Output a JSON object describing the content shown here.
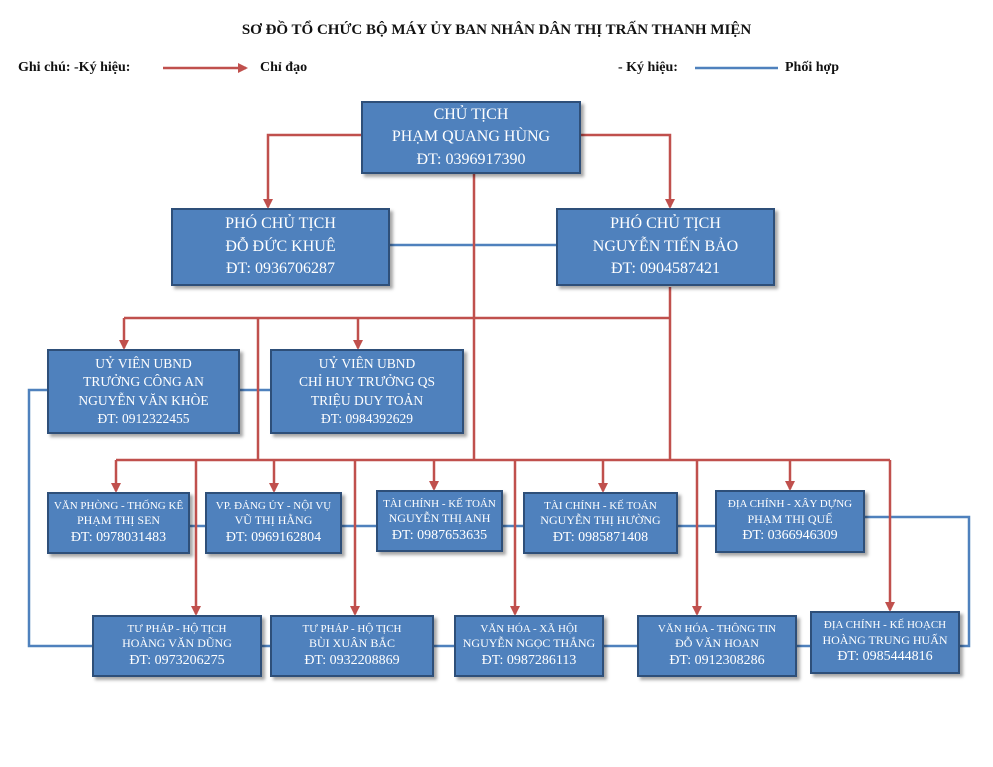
{
  "title": "SƠ ĐỒ TỔ CHỨC BỘ MÁY ỦY BAN NHÂN DÂN THỊ TRẤN THANH MIỆN",
  "legend": {
    "left_prefix": "Ghi chú: -Ký hiệu:",
    "left_label": "Chỉ đạo",
    "right_prefix": "- Ký hiệu:",
    "right_label": "Phối hợp",
    "direct_color": "#c0504d",
    "coordinate_color": "#4f81bd"
  },
  "nodes": {
    "chairman": {
      "l1": "CHỦ TỊCH",
      "l2": "PHẠM QUANG HÙNG",
      "l3": "ĐT: 0396917390"
    },
    "vice_left": {
      "l1": "PHÓ CHỦ TỊCH",
      "l2": "ĐỖ ĐỨC KHUÊ",
      "l3": "ĐT: 0936706287"
    },
    "vice_right": {
      "l1": "PHÓ CHỦ TỊCH",
      "l2": "NGUYỄN TIẾN BẢO",
      "l3": "ĐT: 0904587421"
    },
    "police": {
      "l1": "UỶ VIÊN UBND",
      "l2": "TRƯỞNG CÔNG AN",
      "l3": "NGUYỄN VĂN KHÒE",
      "l4": "ĐT: 0912322455"
    },
    "military": {
      "l1": "UỶ VIÊN UBND",
      "l2": "CHỈ HUY TRƯỞNG QS",
      "l3": "TRIỆU DUY TOẢN",
      "l4": "ĐT: 0984392629"
    },
    "office": {
      "l1": "VĂN PHÒNG - THỐNG KÊ",
      "l2": "PHẠM THỊ SEN",
      "l3": "ĐT: 0978031483"
    },
    "party_office": {
      "l1": "VP. ĐẢNG ỦY - NỘI VỤ",
      "l2": "VŨ THỊ HẰNG",
      "l3": "ĐT: 0969162804"
    },
    "finance1": {
      "l1": "TÀI CHÍNH - KẾ TOÁN",
      "l2": "NGUYỄN THỊ ANH",
      "l3": "ĐT: 0987653635"
    },
    "finance2": {
      "l1": "TÀI CHÍNH - KẾ TOÁN",
      "l2": "NGUYỄN THỊ HƯỜNG",
      "l3": "ĐT: 0985871408"
    },
    "land_build": {
      "l1": "ĐỊA CHÍNH - XÂY DỰNG",
      "l2": "PHẠM THỊ QUẾ",
      "l3": "ĐT: 0366946309"
    },
    "justice1": {
      "l1": "TƯ PHÁP - HỘ TỊCH",
      "l2": "HOÀNG VĂN DŨNG",
      "l3": "ĐT: 0973206275"
    },
    "justice2": {
      "l1": "TƯ PHÁP - HỘ TỊCH",
      "l2": "BÙI XUÂN BẮC",
      "l3": "ĐT: 0932208869"
    },
    "culture1": {
      "l1": "VĂN HÓA - XÃ HỘI",
      "l2": "NGUYỄN NGỌC THẮNG",
      "l3": "ĐT: 0987286113"
    },
    "culture2": {
      "l1": "VĂN HÓA - THÔNG TIN",
      "l2": "ĐỖ VĂN HOAN",
      "l3": "ĐT: 0912308286"
    },
    "land_plan": {
      "l1": "ĐỊA CHÍNH - KẾ HOẠCH",
      "l2": "HOÀNG TRUNG HUẤN",
      "l3": "ĐT: 0985444816"
    }
  }
}
